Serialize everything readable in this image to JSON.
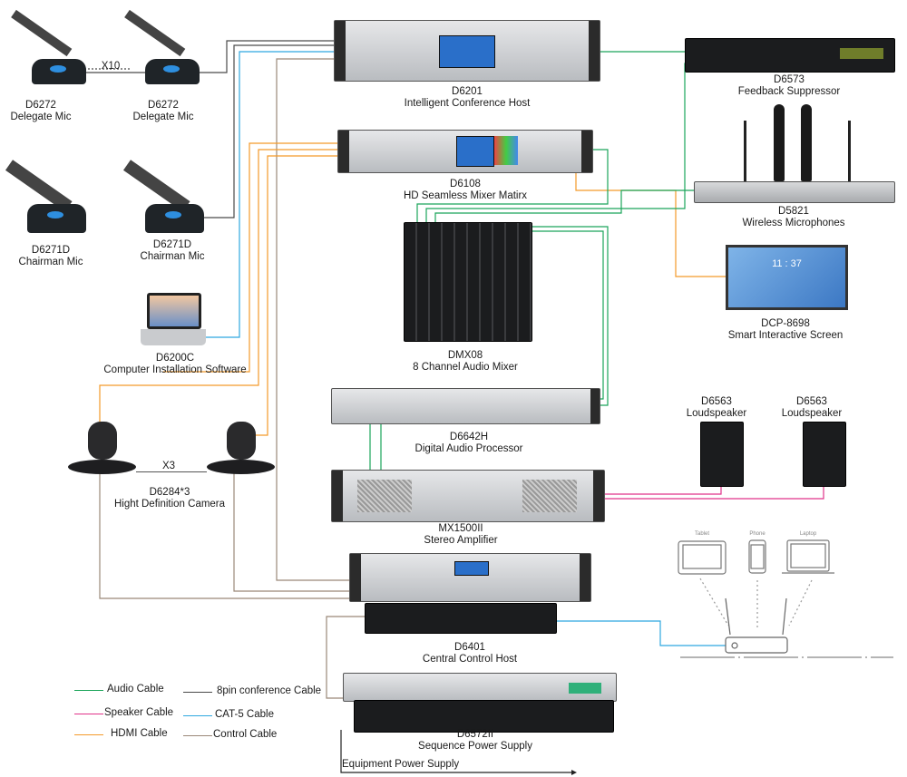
{
  "colors": {
    "audio": "#1aa55a",
    "speaker": "#e0338a",
    "hdmi": "#f39a2a",
    "eightpin": "#4a4a4a",
    "cat5": "#2fa8e0",
    "control": "#9a8878"
  },
  "devices": {
    "mic1": {
      "model": "D6272",
      "name": "Delegate Mic"
    },
    "mic2": {
      "model": "D6272",
      "name": "Delegate Mic"
    },
    "mic_count": "X10",
    "chair1": {
      "model": "D6271D",
      "name": "Chairman Mic"
    },
    "chair2": {
      "model": "D6271D",
      "name": "Chairman Mic"
    },
    "software": {
      "model": "D6200C",
      "name": "Computer Installation Software"
    },
    "camera": {
      "model": "D6284*3",
      "name": "Hight Definition Camera",
      "count": "X3"
    },
    "host": {
      "model": "D6201",
      "name": "Intelligent Conference Host"
    },
    "mixer_matrix": {
      "model": "D6108",
      "name": "HD Seamless Mixer Matirx"
    },
    "audio_mixer": {
      "model": "DMX08",
      "name": "8 Channel Audio Mixer"
    },
    "processor": {
      "model": "D6642H",
      "name": "Digital Audio Processor"
    },
    "amplifier": {
      "model": "MX1500II",
      "name": "Stereo Amplifier"
    },
    "control_host": {
      "model": "D6401",
      "name": "Central Control Host"
    },
    "power": {
      "model": "D6572II",
      "name": "Sequence Power Supply",
      "output": "Equipment Power Supply"
    },
    "suppressor": {
      "model": "D6573",
      "name": "Feedback Suppressor"
    },
    "wireless": {
      "model": "D5821",
      "name": "Wireless Microphones"
    },
    "screen": {
      "model": "DCP-8698",
      "name": "Smart Interactive Screen",
      "clock": "11 : 37"
    },
    "speaker1": {
      "model": "D6563",
      "name": "Loudspeaker"
    },
    "speaker2": {
      "model": "D6563",
      "name": "Loudspeaker"
    },
    "wifi_clients": {
      "tablet": "Tablet",
      "phone": "Phone",
      "laptop": "Laptop"
    }
  },
  "legend": [
    {
      "label": "Audio Cable",
      "color": "#1aa55a"
    },
    {
      "label": "8pin conference Cable",
      "color": "#4a4a4a"
    },
    {
      "label": "Speaker Cable",
      "color": "#e0338a"
    },
    {
      "label": "CAT-5 Cable",
      "color": "#2fa8e0"
    },
    {
      "label": "HDMI Cable",
      "color": "#f39a2a"
    },
    {
      "label": "Control Cable",
      "color": "#9a8878"
    }
  ]
}
